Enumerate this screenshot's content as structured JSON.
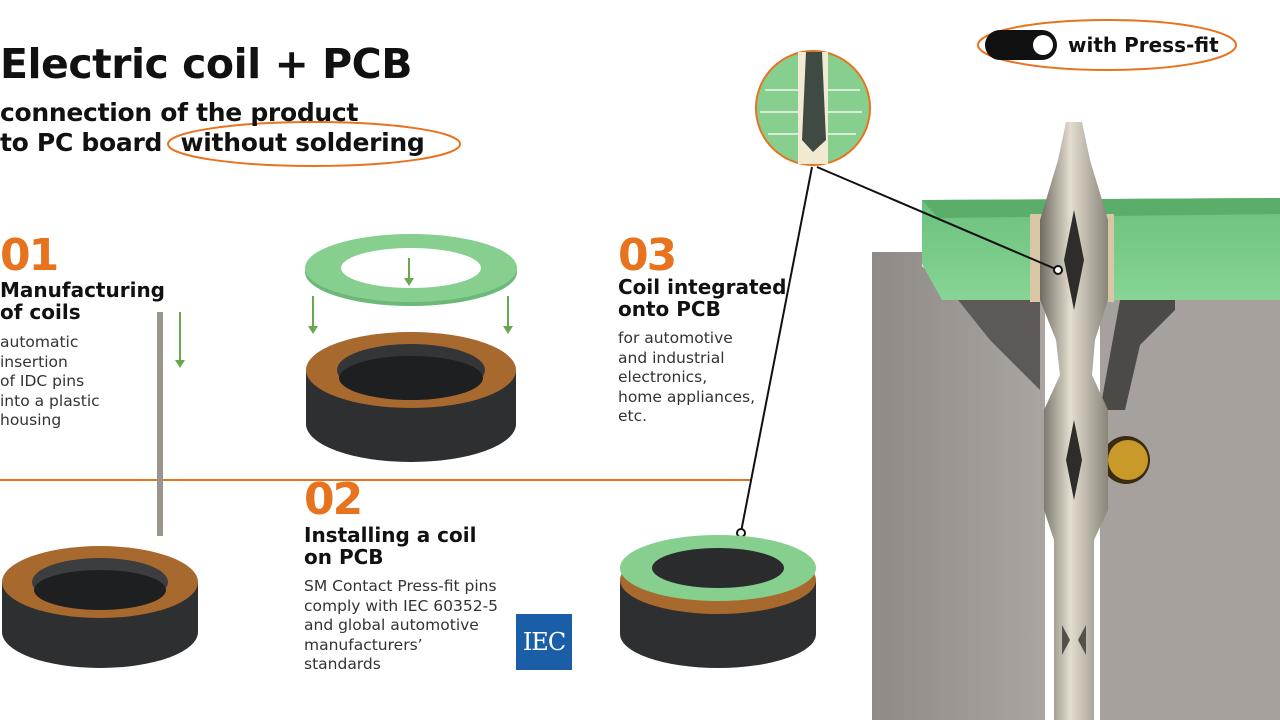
{
  "header": {
    "title": "Electric coil + PCB",
    "subtitle_line1": "connection of the product",
    "subtitle_line2_prefix": "to PC board",
    "subtitle_highlight": "without soldering"
  },
  "toggle": {
    "label": "with Press-fit",
    "state": "on"
  },
  "steps": [
    {
      "number": "01",
      "title_line1": "Manufacturing",
      "title_line2": "of coils",
      "body": [
        "automatic",
        "insertion",
        "of IDC pins",
        "into a plastic",
        "housing"
      ]
    },
    {
      "number": "02",
      "title_line1": "Installing a coil",
      "title_line2": "on PCB",
      "body": [
        "SM Contact Press-fit pins",
        "comply with IEC 60352-5",
        "and global automotive",
        "manufacturers’",
        "standards"
      ]
    },
    {
      "number": "03",
      "title_line1": "Coil integrated",
      "title_line2": "onto PCB",
      "body": [
        "for automotive",
        "and industrial",
        "electronics,",
        "home appliances,",
        "etc."
      ]
    }
  ],
  "iec_logo_text": "IEC",
  "colors": {
    "accent": "#e8731f",
    "pcb_green": "#7cc98a",
    "coil_dark": "#2d2f31",
    "copper": "#b8793a",
    "housing_grey": "#a29d98",
    "iec_blue": "#1b5ea8"
  }
}
